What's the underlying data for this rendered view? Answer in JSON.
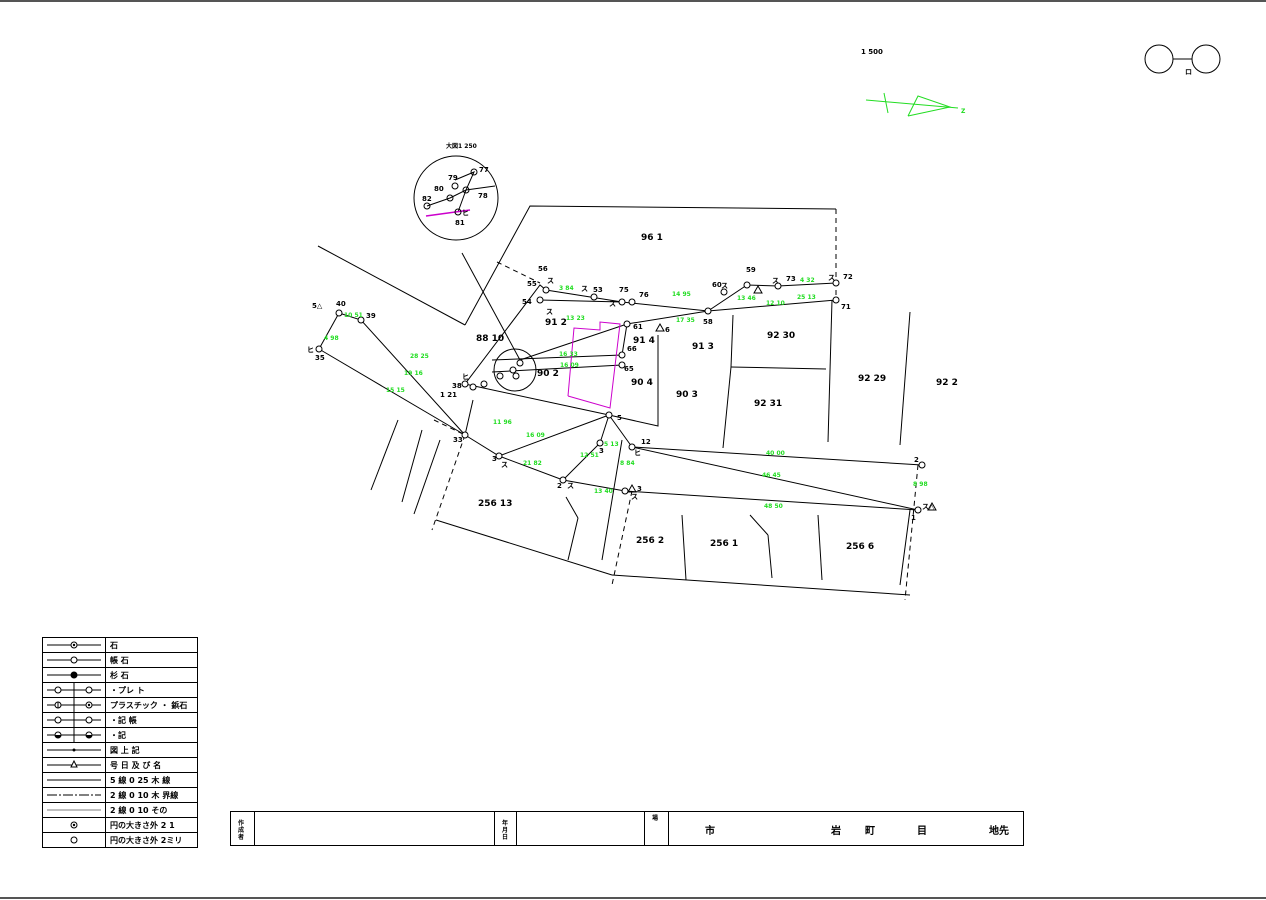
{
  "scale_text": "1 500",
  "sheet_symbol": "ロ",
  "north_label": "Z",
  "inset": {
    "title": "大図1 250",
    "points": [
      "78",
      "80",
      "82",
      "77",
      "79",
      "81",
      "ヒ"
    ]
  },
  "lots": [
    "96 1",
    "88 10",
    "91 2",
    "91 4",
    "91 3",
    "92 30",
    "90 2",
    "90 4",
    "90 3",
    "92 31",
    "92 29",
    "92 2",
    "256 13",
    "256 2",
    "256 1",
    "256 6"
  ],
  "point_labels": [
    "5△",
    "40",
    "39",
    "ヒ",
    "35",
    "56",
    "55",
    "54",
    "53",
    "75",
    "76",
    "60",
    "59",
    "73",
    "72",
    "71",
    "58",
    "61",
    "6",
    "66",
    "65",
    "5",
    "12",
    "ヒ",
    "3",
    "3",
    "ス",
    "2",
    "ス",
    "3",
    "ス",
    "2",
    "1",
    "ス△",
    "33",
    "38",
    "ヒ",
    "1 21",
    "ス",
    "ス",
    "ス",
    "ス",
    "ス",
    "ス",
    "ス"
  ],
  "dimensions": [
    "10 51",
    "4 98",
    "28 25",
    "19 16",
    "15 15",
    "13 23",
    "16 09",
    "5 13",
    "12 51",
    "8 84",
    "40 00",
    "46 45",
    "48 50",
    "8 98",
    "14 95",
    "17 35",
    "13 46",
    "12 10",
    "4 32",
    "25 13",
    "3 84",
    "11 96",
    "21 82",
    "16 33",
    "16 09",
    "13 40"
  ],
  "legend": [
    {
      "label": "石"
    },
    {
      "label": "帳 石"
    },
    {
      "label": "杉 石"
    },
    {
      "label": "・プレ ト"
    },
    {
      "label": "プラスチック ・ 鋲石"
    },
    {
      "label": "・記 帳"
    },
    {
      "label": "・記"
    },
    {
      "label": "図 上 記"
    },
    {
      "label": "号 日 及 び 名"
    },
    {
      "label": "5 線 0 25 木 線"
    },
    {
      "label": "2 線 0 10 木 界線"
    },
    {
      "label": "2 線 0 10 その"
    },
    {
      "label": "円の大きさ外 2 1"
    },
    {
      "label": "円の大きさ外 2ミリ"
    }
  ],
  "titlebox": {
    "maker_label": "作 成 者",
    "date_label": "年 月 日",
    "place_label": "場",
    "place_parts": [
      "市",
      "岩",
      "町",
      "目",
      "地先"
    ]
  },
  "colors": {
    "lines": "#000000",
    "dims": "#22dd22",
    "building": "#cc00cc",
    "north": "#22dd22"
  }
}
